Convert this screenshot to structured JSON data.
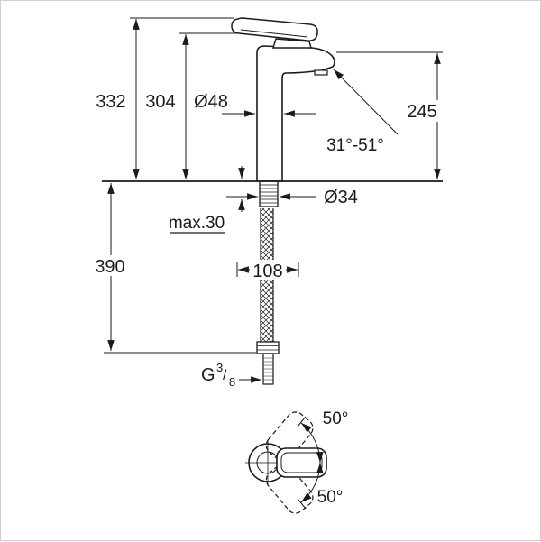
{
  "page": {
    "background": "#ffffff",
    "border_color": "#cfcfcf",
    "line_color": "#1a1a1a"
  },
  "drawing": {
    "description": "single-lever basin mixer dimensional drawing, side view with flexible hose and top view of handle swivel",
    "labels": {
      "height_overall": "332",
      "height_to_spout": "304",
      "body_diameter": "Ø48",
      "outlet_height": "245",
      "spray_angle_range": "31°-51°",
      "hole_diameter": "Ø34",
      "max_deck_thickness": "max.30",
      "install_depth": "390",
      "spout_reach": "108",
      "thread_letter": "G",
      "thread_numerator": "3",
      "thread_slash": "/",
      "thread_denominator": "8",
      "swivel_up": "50°",
      "swivel_down": "50°"
    }
  }
}
